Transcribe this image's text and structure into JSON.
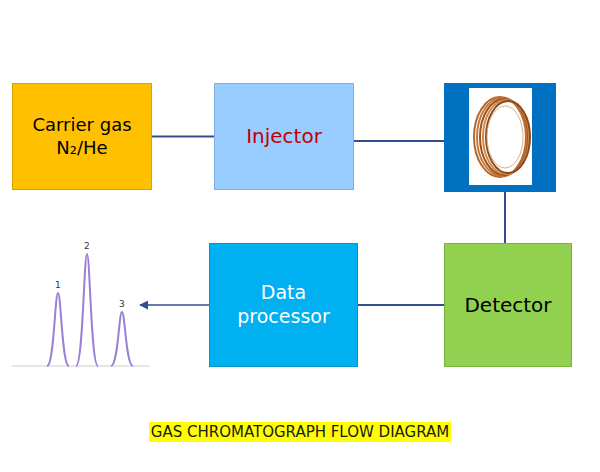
{
  "diagram": {
    "caption": "GAS CHROMATOGRAPH FLOW DIAGRAM",
    "nodes": [
      {
        "text": [
          "Carrier gas N₂/He"
        ]
      },
      {
        "text": [
          "Injector"
        ]
      },
      {
        "text": [
          "Data processor"
        ]
      },
      {
        "text": [
          "Detector"
        ]
      }
    ],
    "edges": [
      {
        "from": 0,
        "to": 1,
        "arrow": "none"
      },
      {
        "from": 3,
        "to": 2,
        "arrow": "none"
      }
    ],
    "labels": [
      "1",
      "2",
      "3"
    ]
  }
}
